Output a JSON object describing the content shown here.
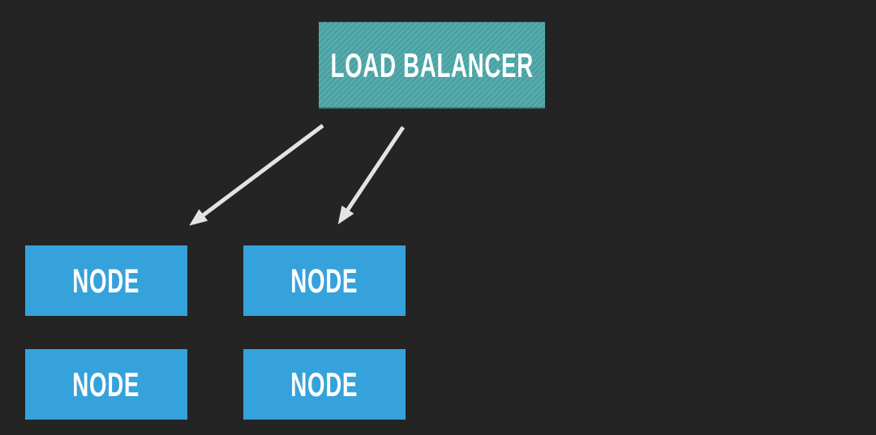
{
  "diagram": {
    "load_balancer": {
      "label": "LOAD BALANCER"
    },
    "nodes": [
      {
        "label": "NODE"
      },
      {
        "label": "NODE"
      },
      {
        "label": "NODE"
      },
      {
        "label": "NODE"
      }
    ],
    "colors": {
      "background": "#242424",
      "load_balancer_fill": "#52a8a8",
      "load_balancer_stripe_light": "#57adad",
      "load_balancer_stripe_dark": "#4b9fa0",
      "node_fill": "#36a2db",
      "text": "#ffffff",
      "arrow": "#e3e3e3"
    }
  }
}
